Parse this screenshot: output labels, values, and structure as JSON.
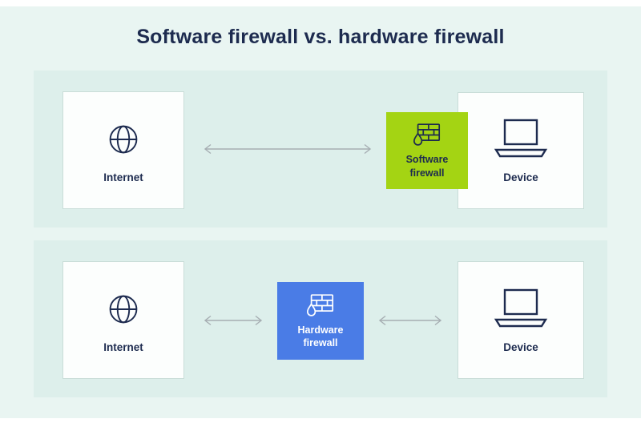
{
  "title": "Software firewall vs. hardware firewall",
  "colors": {
    "canvas_bg": "#e9f5f2",
    "panel_bg": "#ddefeb",
    "navy": "#1d2b4f",
    "green": "#a4d413",
    "blue": "#4a7ce6",
    "arrow": "#a6aeb2",
    "node_bg": "#fcfefd",
    "node_border": "#c9ddd8"
  },
  "icons": {
    "internet": "globe-icon",
    "firewall": "brick-wall-flame-icon",
    "device": "laptop-icon",
    "connection": "bidirectional-arrow"
  },
  "rows": [
    {
      "id": "software",
      "internet": {
        "label": "Internet"
      },
      "firewall": {
        "label": "Software firewall"
      },
      "device": {
        "label": "Device"
      }
    },
    {
      "id": "hardware",
      "internet": {
        "label": "Internet"
      },
      "firewall": {
        "label": "Hardware firewall"
      },
      "device": {
        "label": "Device"
      }
    }
  ]
}
